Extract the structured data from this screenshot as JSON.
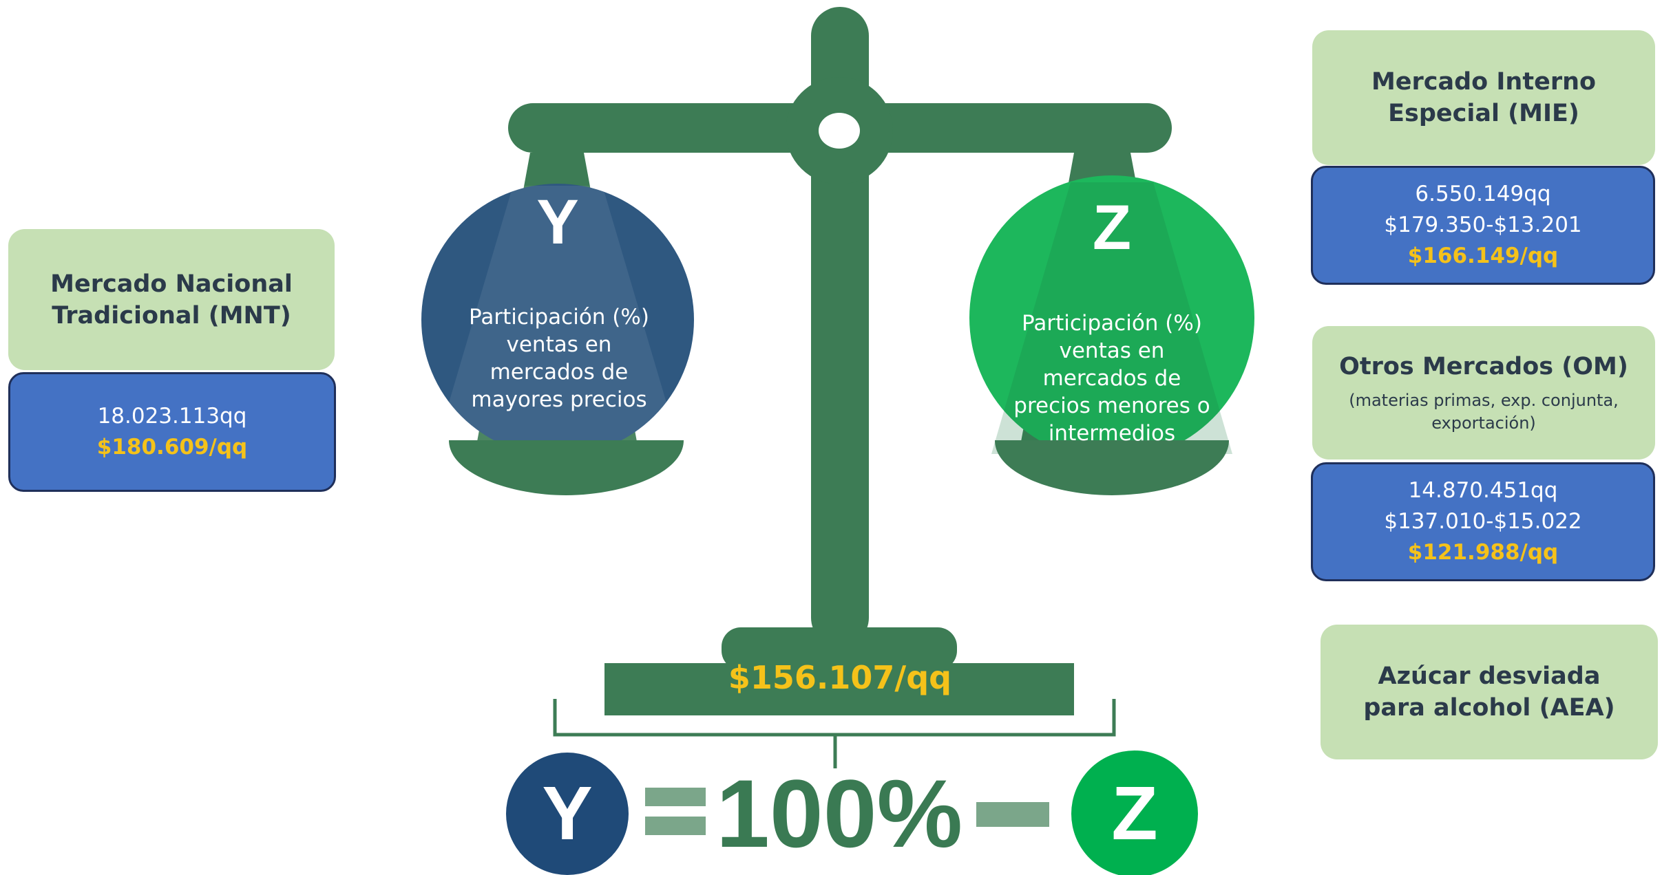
{
  "scale": {
    "left_letter": "Y",
    "left_text": "Participación (%) ventas en mercados de mayores precios",
    "right_letter": "Z",
    "right_text": "Participación (%) ventas en mercados de precios menores o intermedios",
    "base_price": "$156.107/qq"
  },
  "formula": {
    "left": "Y",
    "percent": "100%",
    "right": "Z"
  },
  "mnt": {
    "title": "Mercado Nacional Tradicional (MNT)",
    "volume": "18.023.113qq",
    "price": "$180.609/qq"
  },
  "mie": {
    "title": "Mercado Interno Especial (MIE)",
    "volume": "6.550.149qq",
    "range": "$179.350-$13.201",
    "price": "$166.149/qq"
  },
  "om": {
    "title": "Otros Mercados (OM)",
    "subtitle": "(materias primas, exp. conjunta, exportación)",
    "volume": "14.870.451qq",
    "range": "$137.010-$15.022",
    "price": "$121.988/qq"
  },
  "aea": {
    "title": "Azúcar desviada para alcohol (AEA)"
  },
  "colors": {
    "scale_green": "#3d7c55",
    "circle_left": "#2f5880",
    "circle_right": "#1db75c",
    "formula_left": "#1f4a78",
    "formula_right": "#00b04f",
    "box_green": "#c6e0b4",
    "box_blue": "#4472c4",
    "price_yellow": "#f5c21a"
  }
}
